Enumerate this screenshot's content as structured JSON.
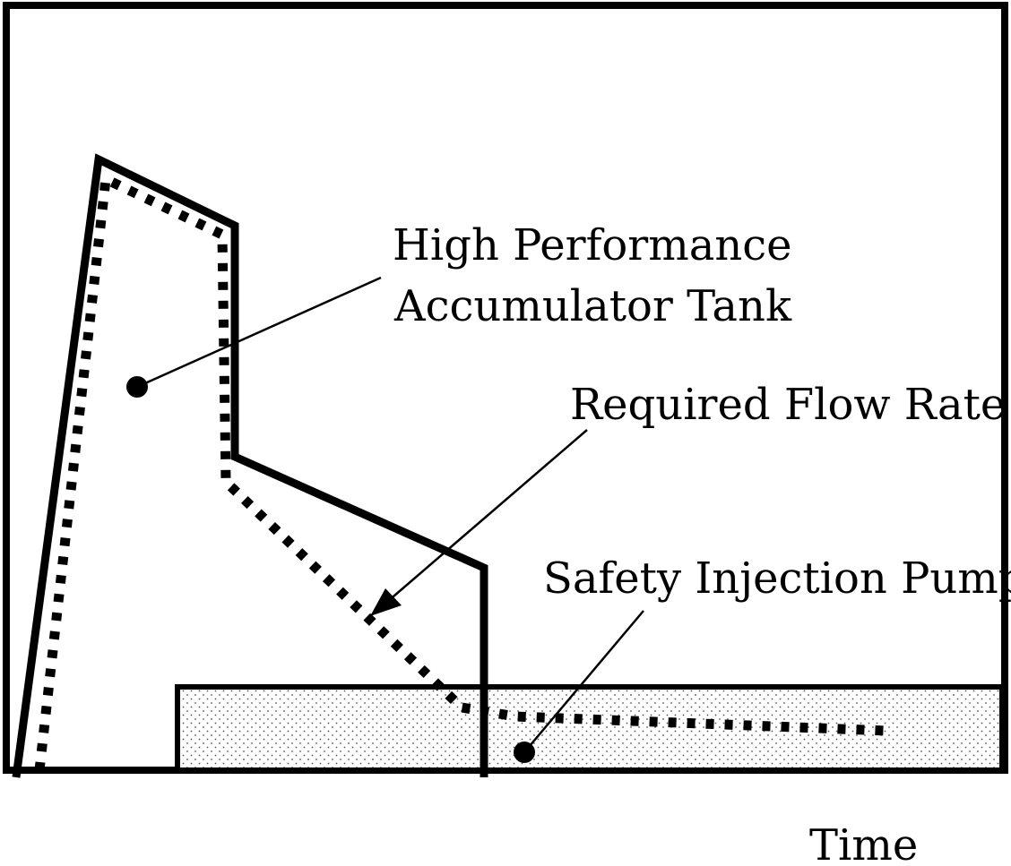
{
  "diagram": {
    "labels": {
      "accumulator_line1": "High Performance",
      "accumulator_line2": "Accumulator Tank",
      "required_flow": "Required Flow Rate",
      "pump": "Safety Injection Pump",
      "x_axis": "Time"
    },
    "colors": {
      "line": "#000000",
      "background": "#ffffff",
      "stipple": "#555555"
    }
  }
}
